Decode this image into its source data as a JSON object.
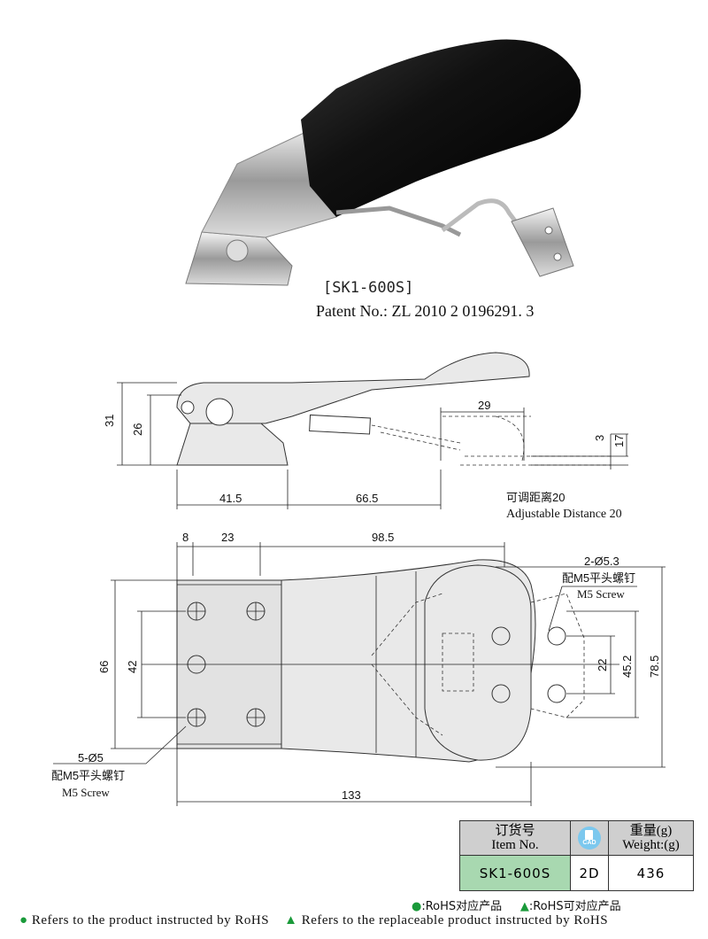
{
  "product": {
    "model_caption": "[SK1-600S]",
    "patent": "Patent No.:  ZL  2010  2  0196291. 3"
  },
  "side_view": {
    "dims": {
      "h31": "31",
      "h26": "26",
      "w41_5": "41.5",
      "w66_5": "66.5",
      "w29": "29",
      "h3": "3",
      "h17": "17"
    },
    "adjust_cn": "可调距离20",
    "adjust_en": "Adjustable Distance 20"
  },
  "top_view": {
    "dims": {
      "w8": "8",
      "w23": "23",
      "w98_5": "98.5",
      "h66": "66",
      "h42": "42",
      "h22": "22",
      "h45_2": "45.2",
      "h78_5": "78.5",
      "w133": "133"
    },
    "right_hole": {
      "spec": "2-Ø5.3",
      "cn": "配M5平头螺钉",
      "en": "M5 Screw"
    },
    "left_hole": {
      "spec": "5-Ø5",
      "cn": "配M5平头螺钉",
      "en": "M5 Screw"
    }
  },
  "table": {
    "headers": {
      "item_cn": "订货号",
      "item_en": "Item No.",
      "cad_icon": "CAD",
      "weight_cn": "重量(g)",
      "weight_en": "Weight:(g)"
    },
    "rows": [
      {
        "item": "SK1-600S",
        "cad": "2D",
        "weight": "436"
      }
    ],
    "item_cell_color": "#a8d8b0",
    "header_color": "#cfcfcf"
  },
  "legend": {
    "rohs_symbol": "●",
    "rohs_cn": ":RoHS对应产品",
    "replaceable_symbol": "▲",
    "replaceable_cn": ":RoHS可对应产品",
    "rohs_en": "Refers to the product instructed by RoHS",
    "replaceable_en": "Refers to the replaceable product instructed by RoHS",
    "symbol_color": "#1a9a3a"
  }
}
